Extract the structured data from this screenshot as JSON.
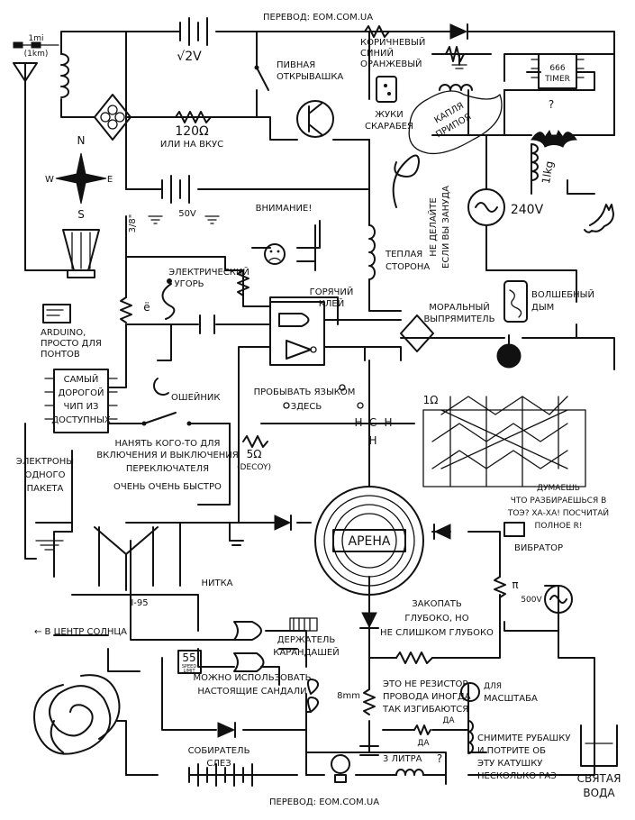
{
  "labels": {
    "translation_top": "ПЕРЕВОД: EOM.COM.UA",
    "translation_bottom": "ПЕРЕВОД: EOM.COM.UA",
    "scale": [
      "1mi",
      "(1km)"
    ],
    "sqrt2v": "√2V",
    "bottle_opener": [
      "ПИВНАЯ",
      "ОТКРЫВАШКА"
    ],
    "colors": [
      "КОРИЧНЕВЫЙ",
      "СИНИЙ",
      "ОРАНЖЕВЫЙ"
    ],
    "beetles": [
      "ЖУКИ",
      "СКАРАБЕЯ"
    ],
    "solder_drop": [
      "КАПЛЯ",
      "ПРИПОЯ"
    ],
    "timer": [
      "666",
      "TIMER"
    ],
    "res_120": "120Ω",
    "or_to_taste": "ИЛИ НА ВКУС",
    "compass": {
      "n": "N",
      "w": "W",
      "e": "E",
      "s": "S"
    },
    "mass": "1lkg",
    "v50": "50V",
    "three_eighths": "3/8\"",
    "attention": "ВНИМАНИЕ!",
    "dont_lick": [
      "НЕ ДЕЛАЙТЕ",
      "ЕСЛИ ВЫ ЗАНУДА"
    ],
    "v240": "240V",
    "warm_side": [
      "ТЕПЛАЯ",
      "СТОРОНА"
    ],
    "electric_eel": [
      "ЭЛЕКТРИЧЕСКИЙ",
      "УГОРЬ"
    ],
    "e_letter": "ё",
    "hot_glue": [
      "ГОРЯЧИЙ",
      "КЛЕЙ"
    ],
    "moral_rectifier": [
      "МОРАЛЬНЫЙ",
      "ВЫПРЯМИТЕЛЬ"
    ],
    "magic_smoke": [
      "ВОЛШЕБНЫЙ",
      "ДЫМ"
    ],
    "arduino": [
      "ARDUINO,",
      "ПРОСТО ДЛЯ",
      "ПОНТОВ"
    ],
    "cheapest_chip": [
      "САМЫЙ",
      "ДОРОГОЙ",
      "ЧИП ИЗ",
      "ДОСТУПНЫХ"
    ],
    "collar": "ОШЕЙНИК",
    "tongue": [
      "ПРОБЫВАТЬ ЯЗЫКОМ",
      "ЗДЕСЬ"
    ],
    "one_ohm": "1Ω",
    "methane": [
      "H",
      "C",
      "H",
      "H"
    ],
    "hire_someone": [
      "НАНЯТЬ КОГО-ТО ДЛЯ",
      "ВКЛЮЧЕНИЯ И ВЫКЛЮЧЕНИЯ",
      "ПЕРЕКЛЮЧАТЕЛЯ",
      "ОЧЕНЬ ОЧЕНЬ БЫСТРО"
    ],
    "decoy": [
      "5Ω",
      "(DECOY)"
    ],
    "one_packet": [
      "ЭЛЕКТРОНЫ",
      "ОДНОГО",
      "ПАКЕТА"
    ],
    "thinking": [
      "ДУМАЕШЬ",
      "ЧТО РАЗБИРАЕШЬСЯ В",
      "ТОЭ? ХА-ХА! ПОСЧИТАЙ",
      "ПОЛНОЕ R!"
    ],
    "arena": "АРЕНА",
    "vibrator": "ВИБРАТОР",
    "pi": "π",
    "v500": "500V",
    "i95": "I-95",
    "thread": "НИТКА",
    "to_sun": "← В ЦЕНТР СОЛНЦА",
    "dig_deep": [
      "ЗАКОПАТЬ",
      "ГЛУБОКО, НО",
      "НЕ СЛИШКОМ ГЛУБОКО"
    ],
    "pencil_holder": [
      "ДЕРЖАТЕЛЬ",
      "КАРАНДАШЕЙ"
    ],
    "sandals": [
      "МОЖНО ИСПОЛЬЗОВАТЬ",
      "НАСТОЯЩИЕ САНДАЛИ"
    ],
    "speed_limit": [
      "55",
      "SPEED",
      "LIMIT"
    ],
    "not_resistor": [
      "ЭТО НЕ РЕЗИСТОР",
      "ПРОВОДА ИНОГДА",
      "ТАК ИЗГИБАЮТСЯ"
    ],
    "mm8": "8mm",
    "for_scale": [
      "ДЛЯ",
      "МАСШТАБА"
    ],
    "da": [
      "ДА",
      "ДА"
    ],
    "tear_collector": [
      "СОБИРАТЕЛЬ",
      "СЛЕЗ"
    ],
    "liters": "3 ЛИТРА",
    "rub_coil": [
      "СНИМИТЕ РУБАШКУ",
      "И ПОТРИТЕ ОБ",
      "ЭТУ КАТУШКУ",
      "НЕСКОЛЬКО РАЗ"
    ],
    "holy_water": [
      "СВЯТАЯ",
      "ВОДА"
    ],
    "question": "?"
  }
}
